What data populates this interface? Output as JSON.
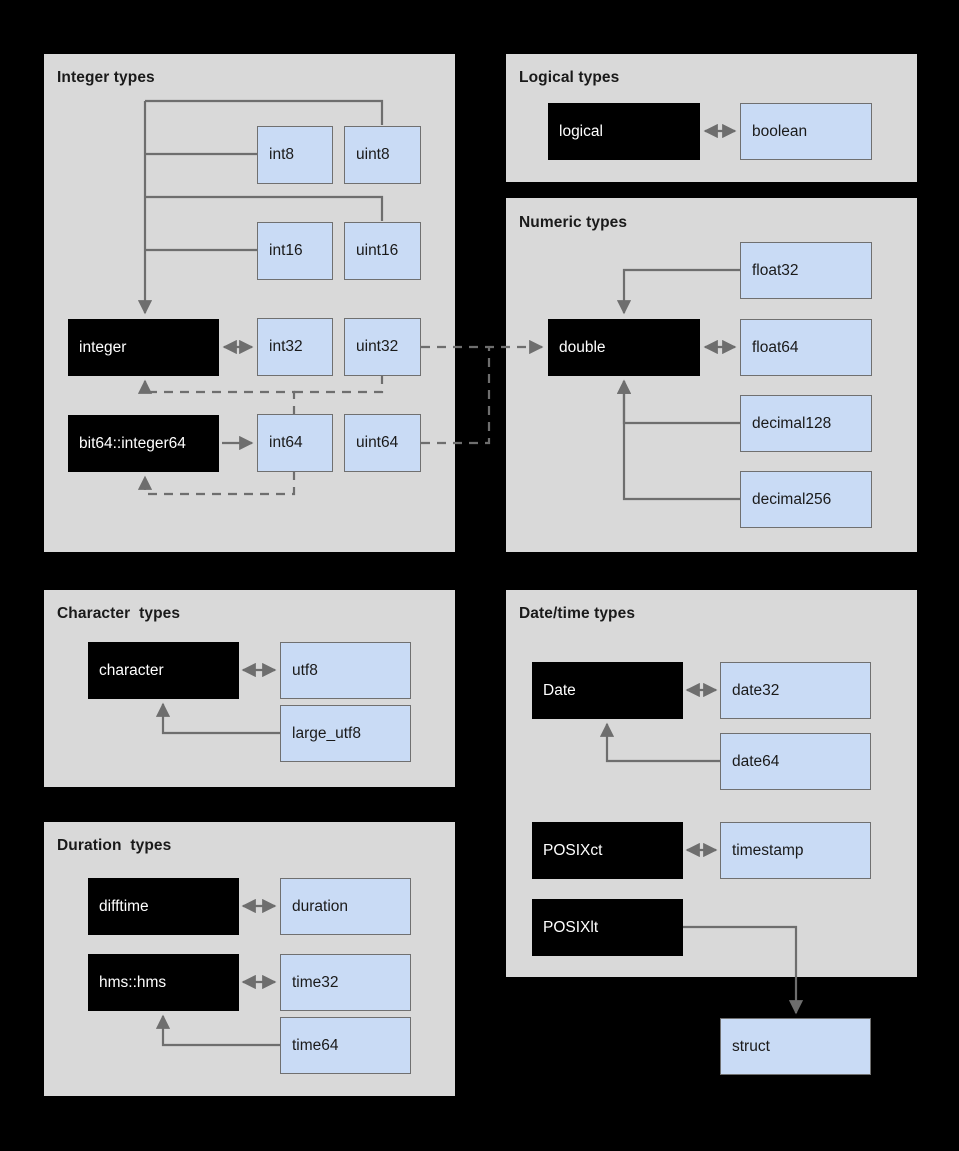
{
  "diagram": {
    "title_style": "bold",
    "colors": {
      "background": "#000000",
      "panel": "#d9d9d9",
      "node_black_fill": "#000000",
      "node_black_text": "#ffffff",
      "node_blue_fill": "#c9dbf5",
      "node_blue_border": "#707070",
      "edge": "#6e6e6e"
    },
    "panels": [
      {
        "id": "integer",
        "title": "Integer types",
        "nodes": [
          {
            "id": "int8",
            "label": "int8",
            "kind": "blue"
          },
          {
            "id": "uint8",
            "label": "uint8",
            "kind": "blue"
          },
          {
            "id": "int16",
            "label": "int16",
            "kind": "blue"
          },
          {
            "id": "uint16",
            "label": "uint16",
            "kind": "blue"
          },
          {
            "id": "integer",
            "label": "integer",
            "kind": "black"
          },
          {
            "id": "int32",
            "label": "int32",
            "kind": "blue"
          },
          {
            "id": "uint32",
            "label": "uint32",
            "kind": "blue"
          },
          {
            "id": "bit64",
            "label": "bit64::integer64",
            "kind": "black"
          },
          {
            "id": "int64",
            "label": "int64",
            "kind": "blue"
          },
          {
            "id": "uint64",
            "label": "uint64",
            "kind": "blue"
          }
        ]
      },
      {
        "id": "logical",
        "title": "Logical types",
        "nodes": [
          {
            "id": "logical",
            "label": "logical",
            "kind": "black"
          },
          {
            "id": "boolean",
            "label": "boolean",
            "kind": "blue"
          }
        ]
      },
      {
        "id": "numeric",
        "title": "Numeric types",
        "nodes": [
          {
            "id": "double",
            "label": "double",
            "kind": "black"
          },
          {
            "id": "float32",
            "label": "float32",
            "kind": "blue"
          },
          {
            "id": "float64",
            "label": "float64",
            "kind": "blue"
          },
          {
            "id": "decimal128",
            "label": "decimal128",
            "kind": "blue"
          },
          {
            "id": "decimal256",
            "label": "decimal256",
            "kind": "blue"
          }
        ]
      },
      {
        "id": "character",
        "title": "Character  types",
        "nodes": [
          {
            "id": "character",
            "label": "character",
            "kind": "black"
          },
          {
            "id": "utf8",
            "label": "utf8",
            "kind": "blue"
          },
          {
            "id": "large_utf8",
            "label": "large_utf8",
            "kind": "blue"
          }
        ]
      },
      {
        "id": "datetime",
        "title": "Date/time types",
        "nodes": [
          {
            "id": "Date",
            "label": "Date",
            "kind": "black"
          },
          {
            "id": "date32",
            "label": "date32",
            "kind": "blue"
          },
          {
            "id": "date64",
            "label": "date64",
            "kind": "blue"
          },
          {
            "id": "POSIXct",
            "label": "POSIXct",
            "kind": "black"
          },
          {
            "id": "timestamp",
            "label": "timestamp",
            "kind": "blue"
          },
          {
            "id": "POSIXlt",
            "label": "POSIXlt",
            "kind": "black"
          }
        ]
      },
      {
        "id": "duration",
        "title": "Duration  types",
        "nodes": [
          {
            "id": "difftime",
            "label": "difftime",
            "kind": "black"
          },
          {
            "id": "duration",
            "label": "duration",
            "kind": "blue"
          },
          {
            "id": "hmshms",
            "label": "hms::hms",
            "kind": "black"
          },
          {
            "id": "time32",
            "label": "time32",
            "kind": "blue"
          },
          {
            "id": "time64",
            "label": "time64",
            "kind": "blue"
          }
        ]
      }
    ],
    "outside_nodes": [
      {
        "id": "struct",
        "label": "struct",
        "kind": "blue"
      }
    ],
    "edges": [
      {
        "from": "uint8",
        "to": "integer",
        "style": "solid",
        "arrow": "to"
      },
      {
        "from": "int8",
        "to": "integer",
        "style": "solid",
        "arrow": "to"
      },
      {
        "from": "uint16",
        "to": "integer",
        "style": "solid",
        "arrow": "to"
      },
      {
        "from": "int16",
        "to": "integer",
        "style": "solid",
        "arrow": "to"
      },
      {
        "from": "integer",
        "to": "int32",
        "style": "solid",
        "arrow": "both"
      },
      {
        "from": "bit64",
        "to": "int64",
        "style": "solid",
        "arrow": "to"
      },
      {
        "from": "int64",
        "to": "integer",
        "style": "dashed",
        "arrow": "to"
      },
      {
        "from": "int64",
        "to": "bit64",
        "style": "dashed",
        "arrow": "to"
      },
      {
        "from": "uint32",
        "to": "integer",
        "style": "dashed",
        "arrow": "to"
      },
      {
        "from": "uint32",
        "to": "double",
        "style": "dashed",
        "arrow": "to"
      },
      {
        "from": "uint64",
        "to": "double",
        "style": "dashed",
        "arrow": "to"
      },
      {
        "from": "logical",
        "to": "boolean",
        "style": "solid",
        "arrow": "both"
      },
      {
        "from": "float32",
        "to": "double",
        "style": "solid",
        "arrow": "to"
      },
      {
        "from": "double",
        "to": "float64",
        "style": "solid",
        "arrow": "both"
      },
      {
        "from": "decimal128",
        "to": "double",
        "style": "solid",
        "arrow": "to"
      },
      {
        "from": "decimal256",
        "to": "double",
        "style": "solid",
        "arrow": "to"
      },
      {
        "from": "character",
        "to": "utf8",
        "style": "solid",
        "arrow": "both"
      },
      {
        "from": "large_utf8",
        "to": "character",
        "style": "solid",
        "arrow": "to"
      },
      {
        "from": "Date",
        "to": "date32",
        "style": "solid",
        "arrow": "both"
      },
      {
        "from": "date64",
        "to": "Date",
        "style": "solid",
        "arrow": "to"
      },
      {
        "from": "POSIXct",
        "to": "timestamp",
        "style": "solid",
        "arrow": "both"
      },
      {
        "from": "POSIXlt",
        "to": "struct",
        "style": "solid",
        "arrow": "to"
      },
      {
        "from": "difftime",
        "to": "duration",
        "style": "solid",
        "arrow": "both"
      },
      {
        "from": "hmshms",
        "to": "time32",
        "style": "solid",
        "arrow": "both"
      },
      {
        "from": "time64",
        "to": "hmshms",
        "style": "solid",
        "arrow": "to"
      }
    ]
  }
}
